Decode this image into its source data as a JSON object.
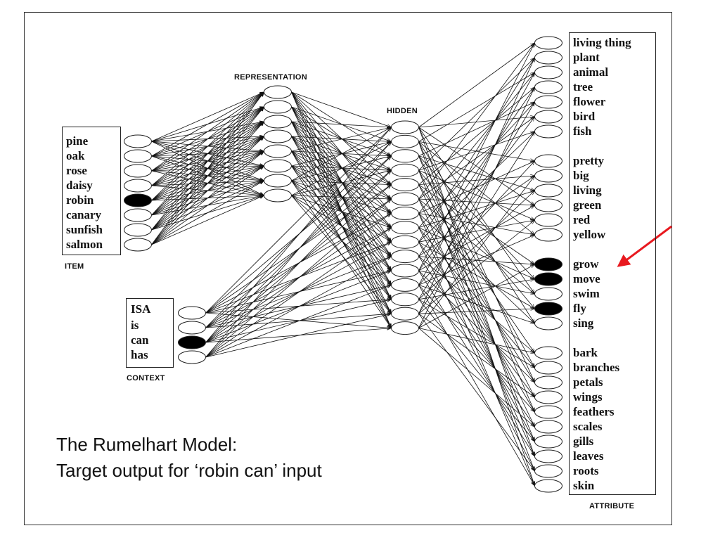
{
  "diagram": {
    "title_line1": "The Rumelhart Model:",
    "title_line2": "Target output for ‘robin can’ input",
    "layers": {
      "item": {
        "caption": "ITEM",
        "units": [
          "pine",
          "oak",
          "rose",
          "daisy",
          "robin",
          "canary",
          "sunfish",
          "salmon"
        ],
        "active": [
          false,
          false,
          false,
          false,
          true,
          false,
          false,
          false
        ]
      },
      "context": {
        "caption": "CONTEXT",
        "units": [
          "ISA",
          "is",
          "can",
          "has"
        ],
        "active": [
          false,
          false,
          true,
          false
        ]
      },
      "representation": {
        "caption": "REPRESENTATION",
        "unit_count": 8
      },
      "hidden": {
        "caption": "HIDDEN",
        "unit_count": 15
      },
      "attribute": {
        "caption": "ATTRIBUTE",
        "groups": [
          {
            "units": [
              "living thing",
              "plant",
              "animal",
              "tree",
              "flower",
              "bird",
              "fish"
            ],
            "active": [
              false,
              false,
              false,
              false,
              false,
              false,
              false
            ]
          },
          {
            "units": [
              "pretty",
              "big",
              "living",
              "green",
              "red",
              "yellow"
            ],
            "active": [
              false,
              false,
              false,
              false,
              false,
              false
            ]
          },
          {
            "units": [
              "grow",
              "move",
              "swim",
              "fly",
              "sing"
            ],
            "active": [
              true,
              true,
              false,
              true,
              false
            ]
          },
          {
            "units": [
              "bark",
              "branches",
              "petals",
              "wings",
              "feathers",
              "scales",
              "gills",
              "leaves",
              "roots",
              "skin"
            ],
            "active": [
              false,
              false,
              false,
              false,
              false,
              false,
              false,
              false,
              false,
              false
            ]
          }
        ]
      }
    },
    "highlight_arrow_color": "#e8191f",
    "highlight_arrow_target": "grow"
  }
}
